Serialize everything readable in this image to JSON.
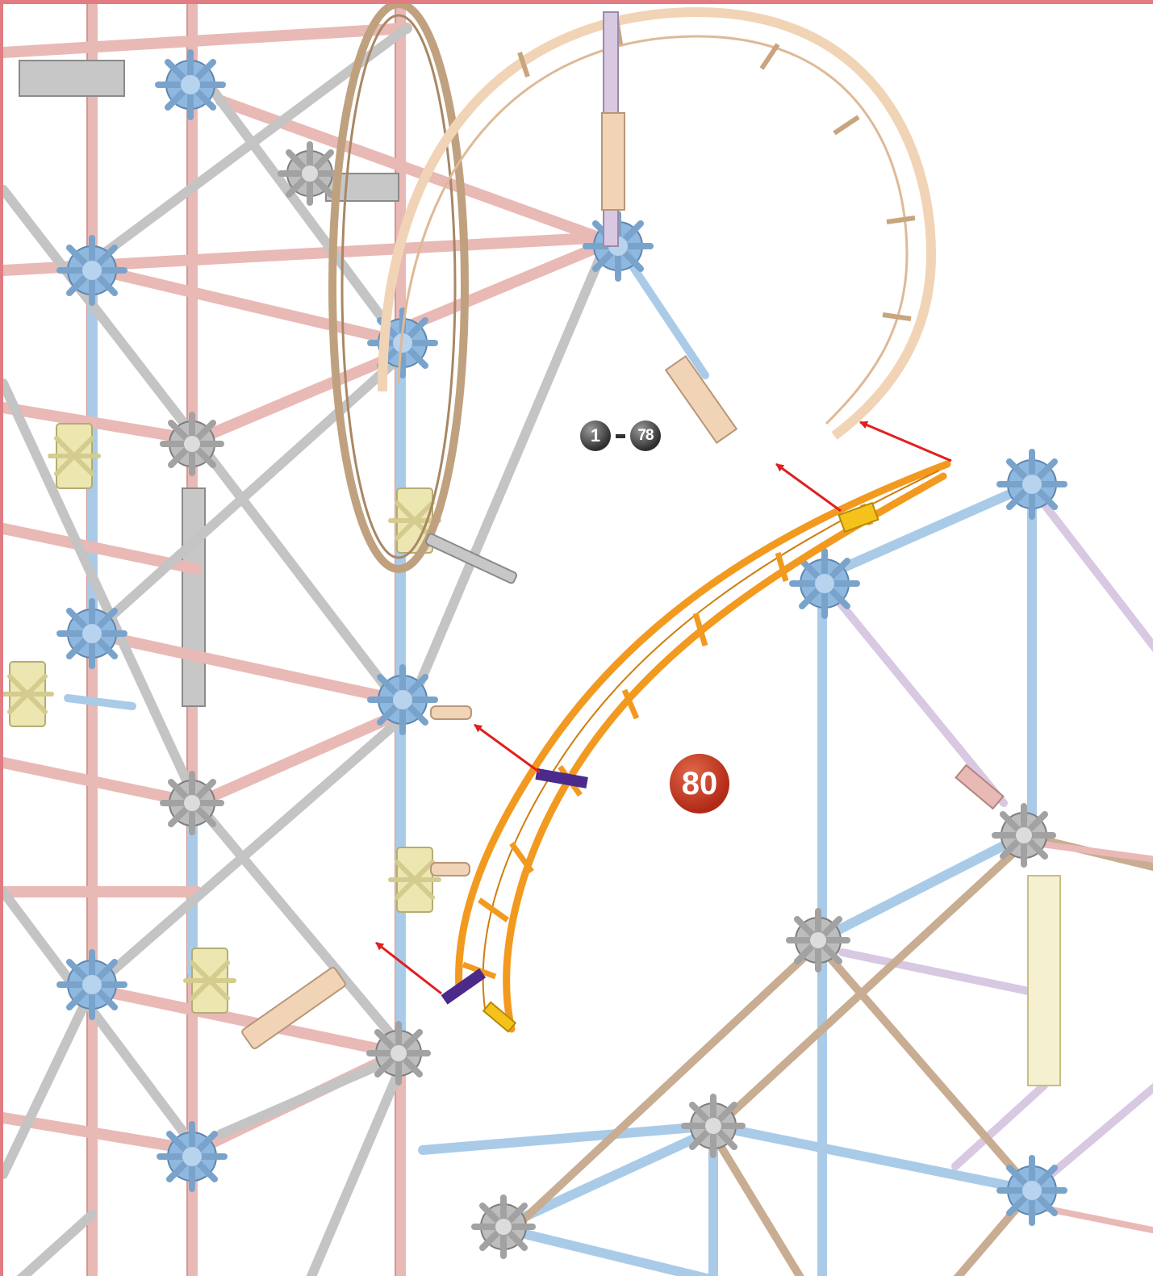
{
  "instructions": {
    "prior_steps_start": "1",
    "prior_steps_end": "78",
    "current_step": "80"
  },
  "colors": {
    "border": "#e07c82",
    "rod_pink": "#e9b9b6",
    "rod_blue": "#a9cbe8",
    "rod_gray": "#c4c4c4",
    "rod_tan": "#c9ad92",
    "rod_lavender": "#d8c8e2",
    "connector_blue": "#8fb8e0",
    "connector_gray": "#b8b8b8",
    "connector_yellow": "#ece6b0",
    "track_orange": "#f29a1f",
    "track_peach": "#f1d4b6",
    "track_brown": "#c0a17f",
    "clip_purple": "#4b2a8c",
    "arrow_red": "#e11f1f",
    "badge_red": "#c23a22"
  },
  "icons": [
    "red-arrow-icon",
    "purple-track-clip-icon",
    "yellow-track-clip-icon",
    "hub-connector-icon"
  ]
}
